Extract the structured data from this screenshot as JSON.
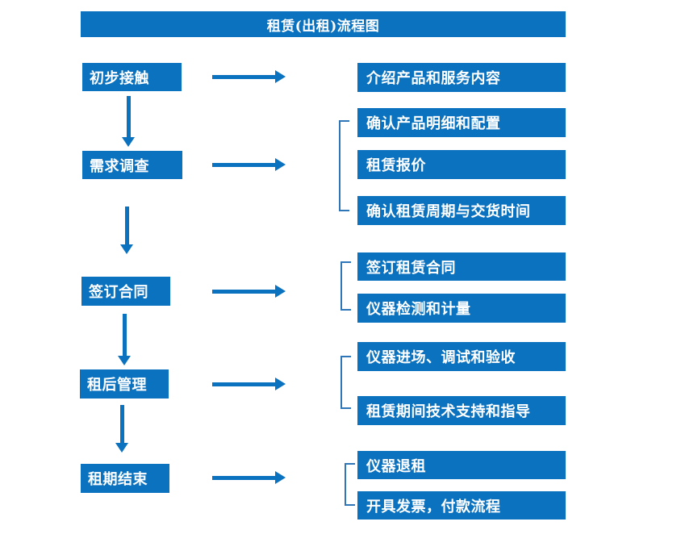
{
  "title": "租赁(出租)流程图",
  "colors": {
    "primary_blue": "#0b72c0",
    "bracket_blue": "#2e76b7",
    "text": "#ffffff",
    "background": "#ffffff"
  },
  "stages": [
    {
      "label": "初步接触",
      "details": [
        "介绍产品和服务内容"
      ]
    },
    {
      "label": "需求调查",
      "details": [
        "确认产品明细和配置",
        "租赁报价",
        "确认租赁周期与交货时间"
      ]
    },
    {
      "label": "签订合同",
      "details": [
        "签订租赁合同",
        "仪器检测和计量"
      ]
    },
    {
      "label": "租后管理",
      "details": [
        "仪器进场、调试和验收",
        "租赁期间技术支持和指导"
      ]
    },
    {
      "label": "租期结束",
      "details": [
        "仪器退租",
        "开具发票，付款流程"
      ]
    }
  ]
}
